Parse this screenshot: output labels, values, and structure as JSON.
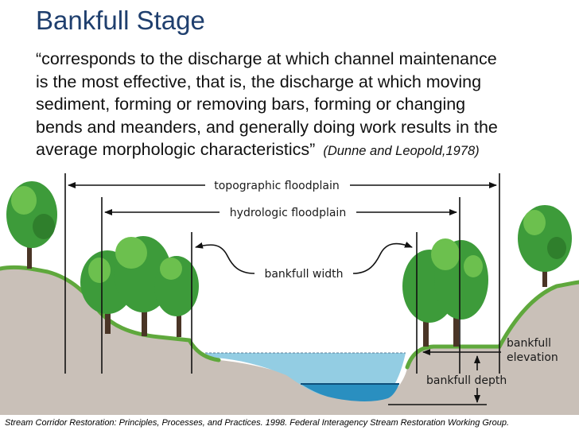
{
  "slide": {
    "title": "Bankfull Stage",
    "quote_lines": [
      "“corresponds to the discharge at which channel maintenance",
      "is the most effective, that is, the discharge at which moving",
      "sediment, forming or removing bars, forming or changing",
      "bends and meanders, and generally doing work results in the",
      "average morphologic characteristics”"
    ],
    "citation": "(Dunne and Leopold,1978)",
    "source_caption": "Stream Corridor Restoration: Principles, Processes, and Practices. 1998. Federal Interagency Stream Restoration Working Group."
  },
  "diagram": {
    "labels": {
      "topographic_floodplain": "topographic floodplain",
      "hydrologic_floodplain": "hydrologic floodplain",
      "bankfull_width": "bankfull width",
      "bankfull_elevation_line1": "bankfull",
      "bankfull_elevation_line2": "elevation",
      "bankfull_depth": "bankfull depth"
    },
    "colors": {
      "ground": "#c9c0b8",
      "grass": "#5fa83c",
      "water": "#93cde3",
      "water_deep": "#2a8fc0",
      "foliage": "#3d9b3a",
      "foliage_light": "#6cc04e",
      "trunk": "#4a3526",
      "title": "#1f3f6e"
    }
  }
}
